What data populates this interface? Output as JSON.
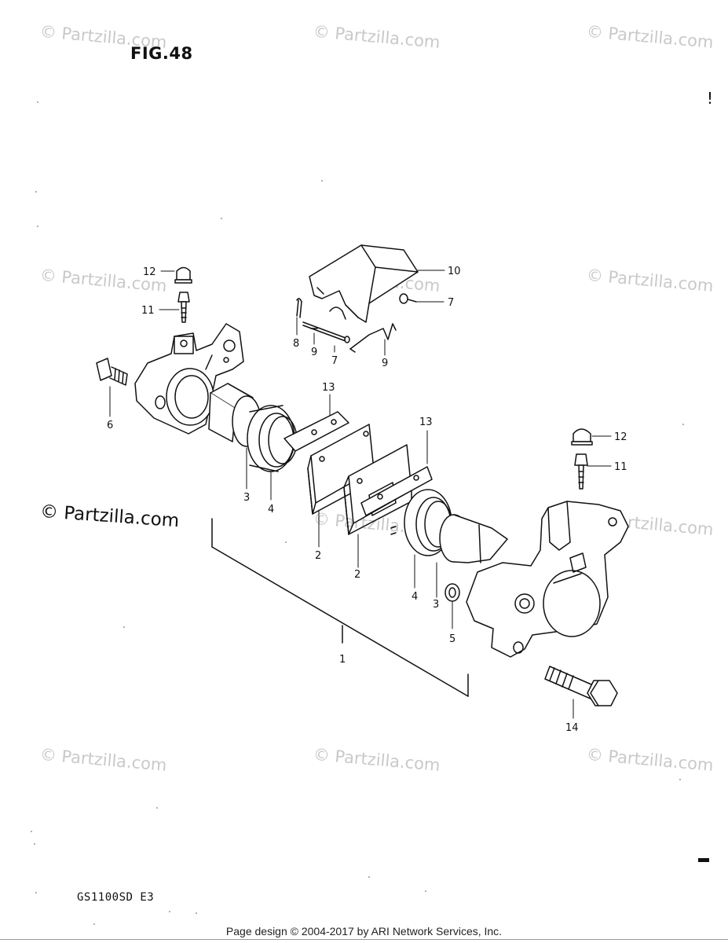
{
  "figure_label": "FIG.48",
  "model_code": "GS1100SD  E3",
  "footer_text": "Page design © 2004-2017 by ARI Network Services, Inc.",
  "watermark_text": "© Partzilla.com",
  "margin_mark": "!",
  "callouts": {
    "c1": "1",
    "c2a": "2",
    "c2b": "2",
    "c3a": "3",
    "c3b": "3",
    "c4a": "4",
    "c4b": "4",
    "c5": "5",
    "c6": "6",
    "c7a": "7",
    "c7b": "7",
    "c8": "8",
    "c9a": "9",
    "c9b": "9",
    "c10": "10",
    "c11a": "11",
    "c11b": "11",
    "c12a": "12",
    "c12b": "12",
    "c13a": "13",
    "c13b": "13",
    "c14": "14"
  }
}
